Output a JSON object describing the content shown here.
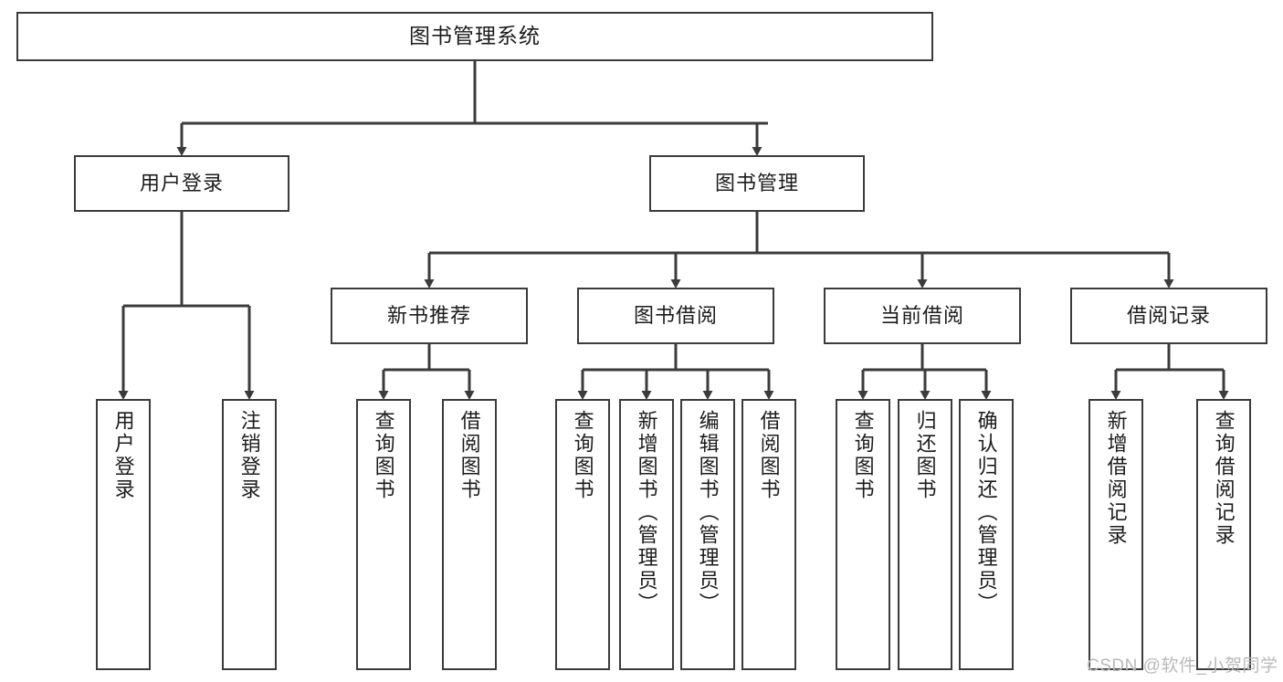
{
  "diagram": {
    "title": "图书管理系统",
    "type": "tree-hierarchy-chart",
    "stroke_color": "#3b3b3b",
    "background_color": "#ffffff",
    "text_color": "#1c1c1c"
  },
  "root": {
    "label": "图书管理系统"
  },
  "level2": [
    {
      "label": "用户登录"
    },
    {
      "label": "图书管理"
    }
  ],
  "level3": [
    {
      "label": "新书推荐"
    },
    {
      "label": "图书借阅"
    },
    {
      "label": "当前借阅"
    },
    {
      "label": "借阅记录"
    }
  ],
  "leaves": {
    "user_login": [
      {
        "label": "用户登录"
      },
      {
        "label": "注销登录"
      }
    ],
    "new_book_recommend": [
      {
        "label": "查询图书"
      },
      {
        "label": "借阅图书"
      }
    ],
    "book_borrow": [
      {
        "label": "查询图书"
      },
      {
        "label": "新增图书（管理员）"
      },
      {
        "label": "编辑图书（管理员）"
      },
      {
        "label": "借阅图书"
      }
    ],
    "current_borrow": [
      {
        "label": "查询图书"
      },
      {
        "label": "归还图书"
      },
      {
        "label": "确认归还（管理员）"
      }
    ],
    "borrow_record": [
      {
        "label": "新增借阅记录"
      },
      {
        "label": "查询借阅记录"
      }
    ]
  },
  "watermark": {
    "text": "CSDN @软件_小贺同学"
  }
}
